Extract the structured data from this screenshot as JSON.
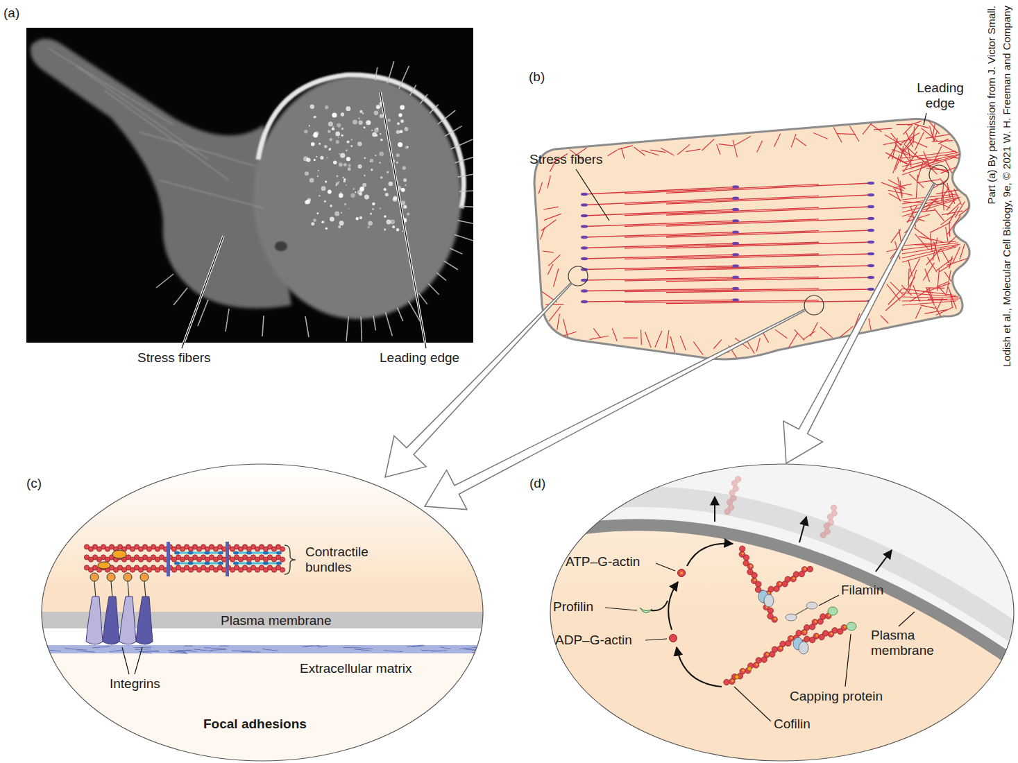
{
  "diagram": {
    "labels": [
      "(a)",
      "Stress fibers",
      "Leading edge",
      "(b)",
      "Leading edge",
      "Stress fibers",
      "(c)",
      "Contractile bundles",
      "Plasma membrane",
      "Integrins",
      "Extracellular matrix",
      "Focal adhesions",
      "(d)",
      "ATP–G-actin",
      "Profilin",
      "ADP–G-actin",
      "Filamin",
      "Plasma membrane",
      "Capping protein",
      "Cofilin",
      "Part (a) By permission from J. Victor Small.",
      "Lodish et al., Molecular Cell Biology, 9e, © 2021 W. H. Freeman and Company"
    ]
  }
}
